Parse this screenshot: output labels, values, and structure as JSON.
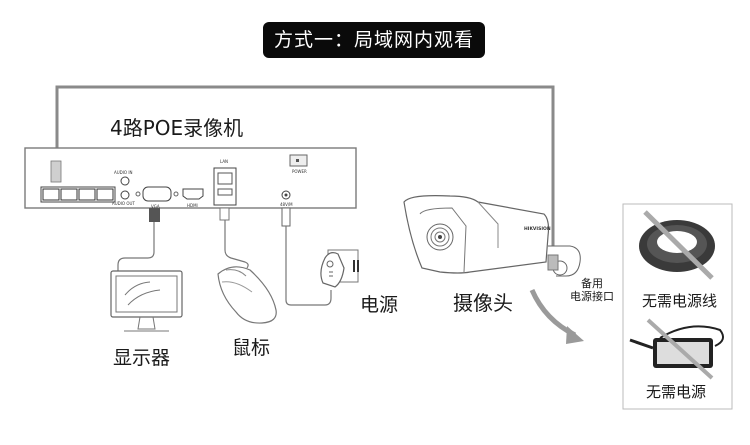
{
  "header": {
    "title": "方式一：局域网内观看"
  },
  "nvr": {
    "title": "4路POE录像机",
    "ports": {
      "audio_in": "AUDIO IN",
      "audio_out": "AUDIO OUT",
      "vga": "VGA",
      "hdmi": "HDMI",
      "lan": "LAN",
      "power": "POWER",
      "dc": "48V/M"
    },
    "poe_port_count": 4
  },
  "devices": {
    "monitor": "显示器",
    "mouse": "鼠标",
    "power_adapter": "电源",
    "camera": "摄像头",
    "camera_brand": "HIKVISION",
    "backup_power": [
      "备用",
      "电源接口"
    ]
  },
  "not_needed": {
    "cable": "无需电源线",
    "adapter": "无需电源"
  },
  "colors": {
    "line": "#8a8a8a",
    "text": "#1a1a1a",
    "badge": "#0a0a0a",
    "arrow": "#9a9a9a"
  }
}
